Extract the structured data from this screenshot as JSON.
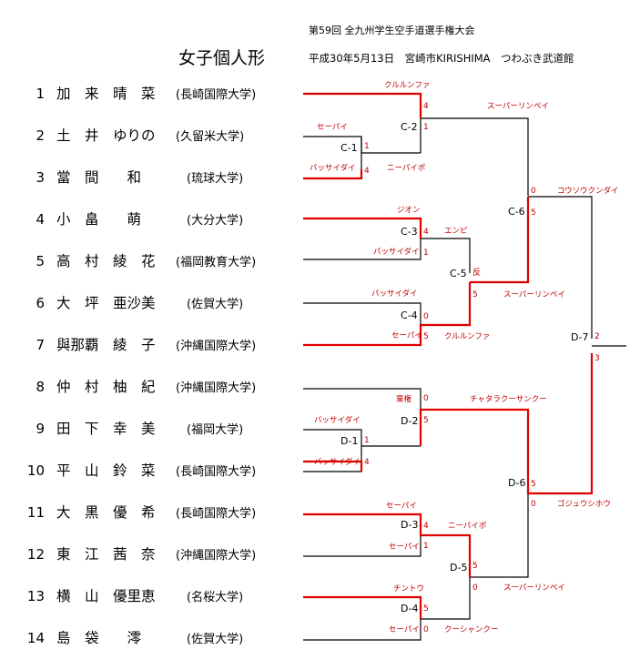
{
  "header": {
    "tournament_title": "第59回 全九州学生空手道選手権大会",
    "event_name": "女子個人形",
    "date_venue": "平成30年5月13日　宮崎市KIRISHIMA　つわぶき武道館"
  },
  "players": [
    {
      "num": "1",
      "name": "加　来　晴　菜",
      "school": "(長崎国際大学)"
    },
    {
      "num": "2",
      "name": "土　井　ゆりの",
      "school": "(久留米大学)"
    },
    {
      "num": "3",
      "name": "當　間　　和",
      "school": "(琉球大学)"
    },
    {
      "num": "4",
      "name": "小　畠　　萌",
      "school": "(大分大学)"
    },
    {
      "num": "5",
      "name": "高　村　綾　花",
      "school": "(福岡教育大学)"
    },
    {
      "num": "6",
      "name": "大　坪　亜沙美",
      "school": "(佐賀大学)"
    },
    {
      "num": "7",
      "name": "與那覇　綾　子",
      "school": "(沖縄国際大学)"
    },
    {
      "num": "8",
      "name": "仲　村　柚　紀",
      "school": "(沖縄国際大学)"
    },
    {
      "num": "9",
      "name": "田　下　幸　美",
      "school": "(福岡大学)"
    },
    {
      "num": "10",
      "name": "平　山　鈴　菜",
      "school": "(長崎国際大学)"
    },
    {
      "num": "11",
      "name": "大　黒　優　希",
      "school": "(長崎国際大学)"
    },
    {
      "num": "12",
      "name": "東　江　茜　奈",
      "school": "(沖縄国際大学)"
    },
    {
      "num": "13",
      "name": "横　山　優里恵",
      "school": "(名桜大学)"
    },
    {
      "num": "14",
      "name": "島　袋　　澪",
      "school": "(佐賀大学)"
    }
  ],
  "matches": [
    {
      "label": "C-1",
      "score_top": "1",
      "score_bottom": "4",
      "kata_top": "セーパイ",
      "kata_bottom": "バッサイダイ"
    },
    {
      "label": "C-2",
      "score_top": "4",
      "score_bottom": "1",
      "kata_top": "クルルンファ",
      "kata_bottom": "ニーパイポ"
    },
    {
      "label": "C-3",
      "score_top": "4",
      "score_bottom": "1",
      "kata_top": "ジオン",
      "kata_bottom": "バッサイダイ"
    },
    {
      "label": "C-4",
      "score_top": "0",
      "score_bottom": "5",
      "kata_top": "バッサイダイ",
      "kata_bottom": "セーパイ"
    },
    {
      "label": "C-5",
      "score_top": "反",
      "score_bottom": "5",
      "kata_top": "エンピ",
      "kata_bottom": "クルルンファ"
    },
    {
      "label": "C-6",
      "score_top": "0",
      "score_bottom": "5",
      "kata_top": "スーパーリンペイ",
      "kata_bottom": "スーパーリンペイ"
    },
    {
      "label": "D-1",
      "score_top": "1",
      "score_bottom": "4",
      "kata_top": "バッサイダイ",
      "kata_bottom": "バッサイダイ"
    },
    {
      "label": "D-2",
      "score_top": "0",
      "score_bottom": "5",
      "kata_top": "棄権",
      "kata_bottom": ""
    },
    {
      "label": "D-3",
      "score_top": "4",
      "score_bottom": "1",
      "kata_top": "セーパイ",
      "kata_bottom": "セーパイ"
    },
    {
      "label": "D-4",
      "score_top": "5",
      "score_bottom": "0",
      "kata_top": "チントウ",
      "kata_bottom": "セーパイ"
    },
    {
      "label": "D-5",
      "score_top": "5",
      "score_bottom": "0",
      "kata_top": "ニーパイポ",
      "kata_bottom": "クーシャンクー"
    },
    {
      "label": "D-6",
      "score_top": "5",
      "score_bottom": "0",
      "kata_top": "チャタラクーサンクー",
      "kata_bottom": "スーパーリンペイ"
    },
    {
      "label": "D-7",
      "score_top": "2",
      "score_bottom": "3",
      "kata_top": "コウソウクンダイ",
      "kata_bottom": "ゴジュウシホウ"
    }
  ],
  "colors": {
    "winner_line": "#e00000",
    "line": "#000000",
    "score_text": "#c00000"
  }
}
